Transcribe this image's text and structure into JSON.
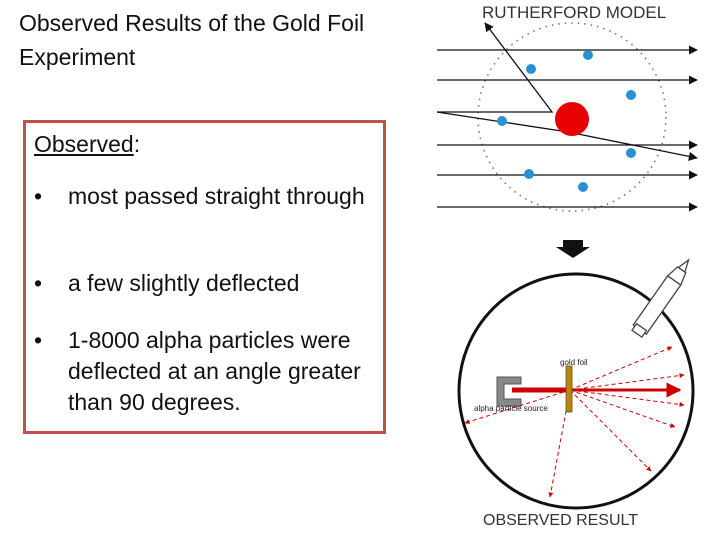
{
  "title": "Observed Results of the Gold Foil Experiment",
  "observed": {
    "heading": "Observed",
    "colon": ":",
    "bullets": [
      "most passed straight through",
      "a few slightly deflected",
      "1-8000 alpha particles were deflected at an angle greater than 90 degrees."
    ],
    "bullet_glyph": "•",
    "border_color": "#c0504d"
  },
  "diagram": {
    "top_label": "RUTHERFORD MODEL",
    "bottom_label": "OBSERVED RESULT",
    "gold_foil_label": "gold foil",
    "source_label": "alpha particle source",
    "colors": {
      "nucleus": "#e60000",
      "electron": "#2a90d4",
      "beam": "#cc0000",
      "foil": "#b8860b",
      "arrow": "#111111"
    }
  }
}
